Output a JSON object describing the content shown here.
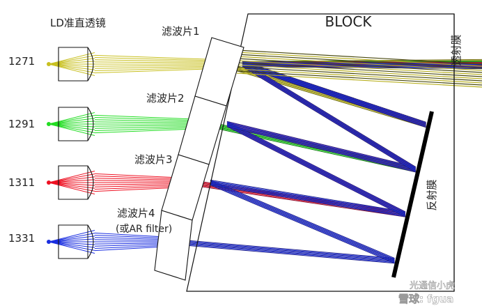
{
  "block": {
    "label": "BLOCK"
  },
  "lens_label": "LD准直透镜",
  "transmit_film": "透射膜",
  "reflect_film": "反射膜",
  "filters": [
    {
      "label": "滤波片1"
    },
    {
      "label": "滤波片2"
    },
    {
      "label": "滤波片3"
    },
    {
      "label": "滤波片4",
      "sublabel": "(或AR filter)"
    }
  ],
  "channels": [
    {
      "wavelength": "1271",
      "color": "#c8c020",
      "dark": "#6b6a10"
    },
    {
      "wavelength": "1291",
      "color": "#22dd22",
      "dark": "#137a13"
    },
    {
      "wavelength": "1311",
      "color": "#ee1122",
      "dark": "#8a1030"
    },
    {
      "wavelength": "1331",
      "color": "#1a2ee0",
      "dark": "#20208a"
    }
  ],
  "watermark": {
    "line1": "光通信小虎",
    "line2": "雪球: fgua"
  }
}
